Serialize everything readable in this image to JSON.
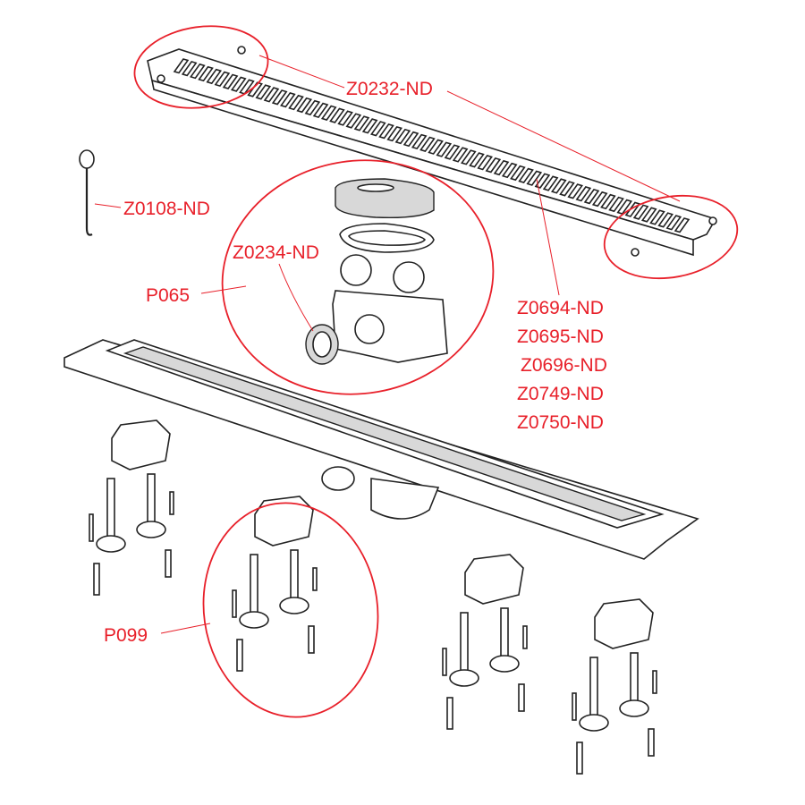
{
  "diagram": {
    "accent_color": "#e8202a",
    "labels": {
      "grate": "Z0232-ND",
      "hook": "Z0108-ND",
      "seal": "Z0234-ND",
      "siphon_set": "P065",
      "channel_codes": [
        "Z0694-ND",
        "Z0695-ND",
        "Z0696-ND",
        "Z0749-ND",
        "Z0750-ND"
      ],
      "feet_set": "P099"
    }
  }
}
